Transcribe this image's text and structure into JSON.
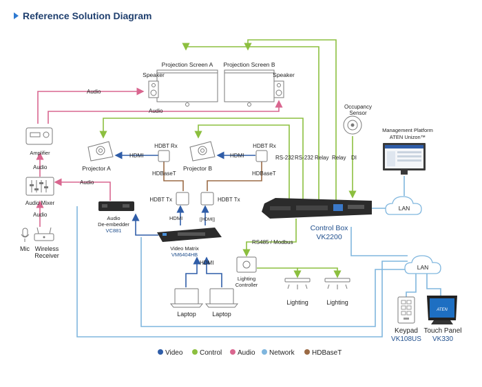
{
  "title": "Reference Solution Diagram",
  "screens": {
    "a": "Projection Screen A",
    "b": "Projection Screen B"
  },
  "speaker": "Speaker",
  "amplifier": "Amplifier",
  "audio_mixer": "Audio Mixer",
  "mic": "Mic",
  "wireless_receiver_l1": "Wireless",
  "wireless_receiver_l2": "Receiver",
  "projector_a": "Projector A",
  "projector_b": "Projector B",
  "hdbt_rx": "HDBT Rx",
  "hdbt_tx": "HDBT Tx",
  "audio_deembedder": {
    "l1": "Audio",
    "l2": "De-embedder",
    "model": "VC881"
  },
  "video_matrix": {
    "name": "Video Matrix",
    "model": "VM6404HB"
  },
  "laptop": "Laptop",
  "control_box": {
    "name": "Control Box",
    "model": "VK2200"
  },
  "occupancy_sensor": {
    "l1": "Occupancy",
    "l2": "Sensor"
  },
  "management_platform": {
    "l1": "Management Platform",
    "l2": "ATEN Unizon™"
  },
  "lan": "LAN",
  "lighting_controller": {
    "l1": "Lighting",
    "l2": "Controller"
  },
  "lighting": "Lighting",
  "keypad": {
    "name": "Keypad",
    "model": "VK108US"
  },
  "touch_panel": {
    "name": "Touch Panel",
    "model": "VK330"
  },
  "touch_panel_screen_text": "ATEN",
  "labels": {
    "audio": "Audio",
    "hdmi": "HDMI",
    "hdbaset": "HDBaseT",
    "rs232": "RS-232",
    "relay": "Relay",
    "di": "DI",
    "rs485": "RS485 / Modbus",
    "hdmi_icon": "[[HDMI]]"
  },
  "legend": [
    {
      "label": "Video",
      "color": "#2f5da8"
    },
    {
      "label": "Control",
      "color": "#8cbf3f"
    },
    {
      "label": "Audio",
      "color": "#d9668f"
    },
    {
      "label": "Network",
      "color": "#7fb6de"
    },
    {
      "label": "HDBaseT",
      "color": "#9b6a45"
    }
  ],
  "colors": {
    "video": "#2f5da8",
    "control": "#8cbf3f",
    "audio": "#d9668f",
    "network": "#7fb6de",
    "hdbaset": "#9b6a45"
  }
}
